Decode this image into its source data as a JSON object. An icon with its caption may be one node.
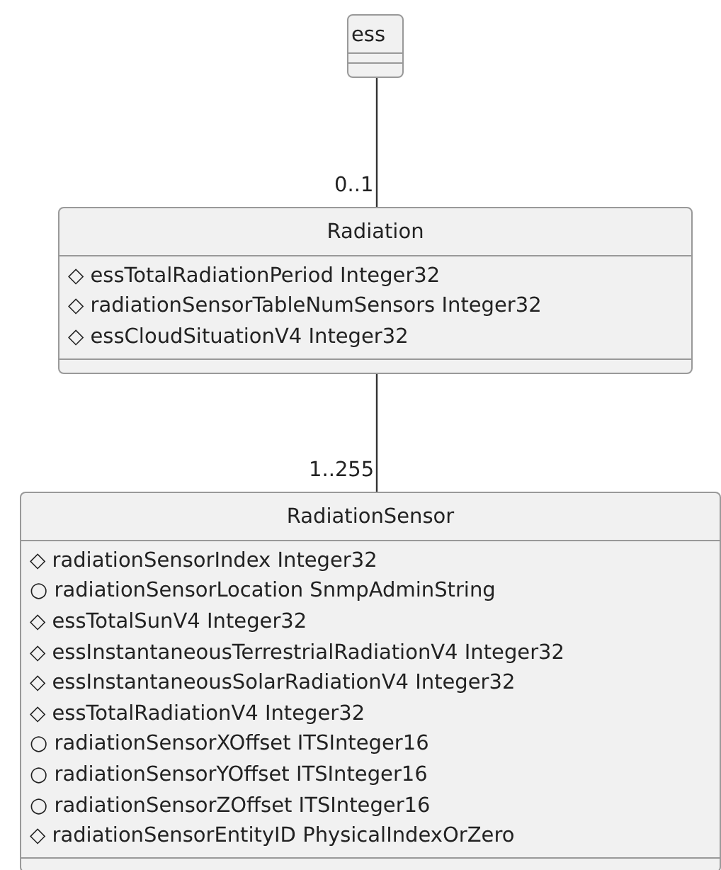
{
  "diagram": {
    "nodes": [
      {
        "text": [
          "ess"
        ]
      },
      {
        "text": [
          "Radiation",
          "◇ essTotalRadiationPeriod Integer32",
          "◇ radiationSensorTableNumSensors Integer32",
          "◇ essCloudSituationV4 Integer32"
        ]
      },
      {
        "text": [
          "RadiationSensor",
          "◇ radiationSensorIndex Integer32",
          "○ radiationSensorLocation SnmpAdminString",
          "◇ essTotalSunV4 Integer32",
          "◇ essInstantaneousTerrestrialRadiationV4 Integer32",
          "◇ essInstantaneousSolarRadiationV4 Integer32",
          "◇ essTotalRadiationV4 Integer32",
          "○ radiationSensorXOffset ITSInteger16",
          "○ radiationSensorYOffset ITSInteger16",
          "○ radiationSensorZOffset ITSInteger16",
          "◇ radiationSensorEntityID PhysicalIndexOrZero"
        ]
      }
    ],
    "edges": [
      {
        "from": 0,
        "to": 1,
        "arrow": "none",
        "label": "0..1"
      },
      {
        "from": 1,
        "to": 2,
        "arrow": "none",
        "label": "1..255"
      }
    ]
  }
}
